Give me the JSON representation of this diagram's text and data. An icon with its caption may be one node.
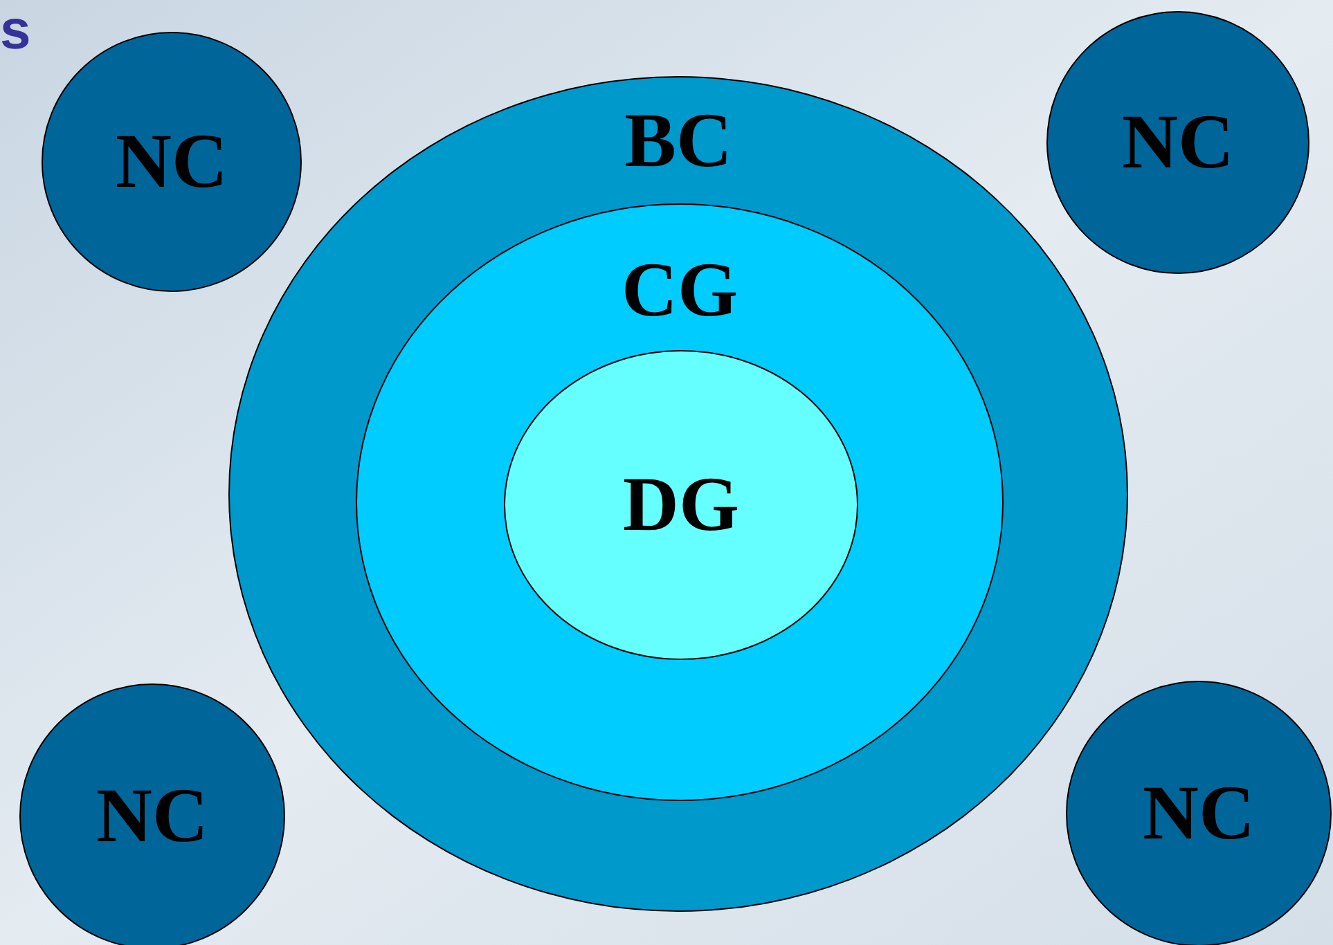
{
  "diagram": {
    "nodes": [
      {
        "text": [
          "NC"
        ]
      },
      {
        "text": [
          "NC"
        ]
      },
      {
        "text": [
          "BC"
        ]
      },
      {
        "text": [
          "CG"
        ],
        "in": 2
      },
      {
        "text": [
          "DG"
        ],
        "in": 3
      },
      {
        "text": [
          "NC"
        ]
      },
      {
        "text": [
          "NC"
        ]
      }
    ],
    "labels": [
      "s"
    ]
  }
}
